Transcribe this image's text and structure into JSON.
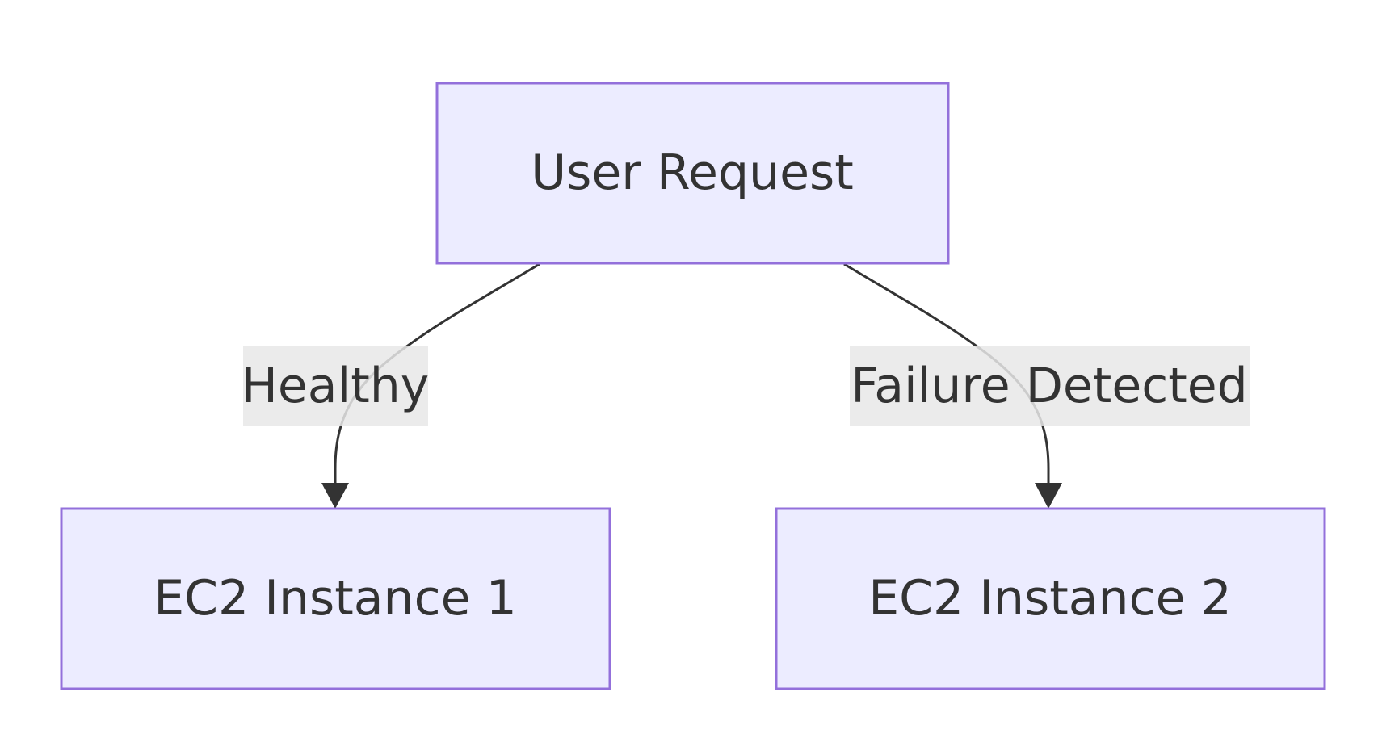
{
  "diagram": {
    "nodes": {
      "user_request": {
        "label": "User Request"
      },
      "ec2_instance_1": {
        "label": "EC2 Instance 1"
      },
      "ec2_instance_2": {
        "label": "EC2 Instance 2"
      }
    },
    "edges": {
      "healthy": {
        "from": "user_request",
        "to": "ec2_instance_1",
        "label": "Healthy"
      },
      "failure": {
        "from": "user_request",
        "to": "ec2_instance_2",
        "label": "Failure Detected"
      }
    },
    "colors": {
      "node_fill": "#ececff",
      "node_stroke": "#9370db",
      "edge_stroke": "#333333",
      "label_background": "#e8e8e8",
      "text": "#333333"
    }
  }
}
